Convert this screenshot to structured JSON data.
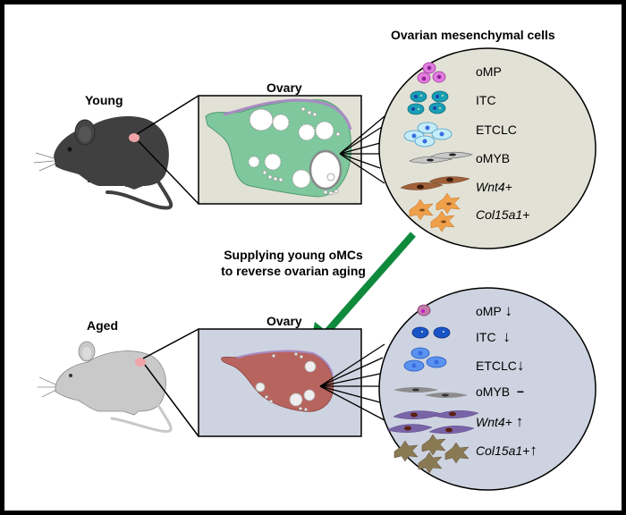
{
  "title": "Ovarian mesenchymal cells",
  "colors": {
    "frame": "#000000",
    "background": "#ffffff",
    "young_ovary_box": "#e2e1d6",
    "young_ovary_tissue": "#7fc79d",
    "young_ovary_surface": "#a88bc4",
    "aged_ovary_box": "#cdd3e0",
    "aged_ovary_tissue": "#b8645e",
    "young_circle": "#e2e1d6",
    "aged_circle": "#cdd3e0",
    "arrow": "#0f8a3c",
    "young_mouse": "#404040",
    "aged_mouse": "#c9c9c9",
    "ovary_spot": "#f0a3a8"
  },
  "young": {
    "label": "Young",
    "ovary_label": "Ovary",
    "cells": [
      {
        "name": "oMP",
        "italic": false
      },
      {
        "name": "ITC",
        "italic": false
      },
      {
        "name": "ETCLC",
        "italic": false
      },
      {
        "name": "oMYB",
        "italic": false
      },
      {
        "name": "Wnt4+",
        "italic": true
      },
      {
        "name": "Col15a1+",
        "italic": true
      }
    ]
  },
  "intervention": {
    "line1": "Supplying young oMCs",
    "line2": "to reverse ovarian aging"
  },
  "aged": {
    "label": "Aged",
    "ovary_label": "Ovary",
    "cells": [
      {
        "name": "oMP",
        "italic": false,
        "change": "↓",
        "change_meaning": "decreased"
      },
      {
        "name": "ITC",
        "italic": false,
        "change": "↓",
        "change_meaning": "decreased"
      },
      {
        "name": "ETCLC",
        "italic": false,
        "change": "↓",
        "change_meaning": "decreased"
      },
      {
        "name": "oMYB",
        "italic": false,
        "change": "−",
        "change_meaning": "unchanged"
      },
      {
        "name": "Wnt4+",
        "italic": true,
        "change": "↑",
        "change_meaning": "increased"
      },
      {
        "name": "Col15a1+",
        "italic": true,
        "change": "↑",
        "change_meaning": "increased"
      }
    ]
  }
}
